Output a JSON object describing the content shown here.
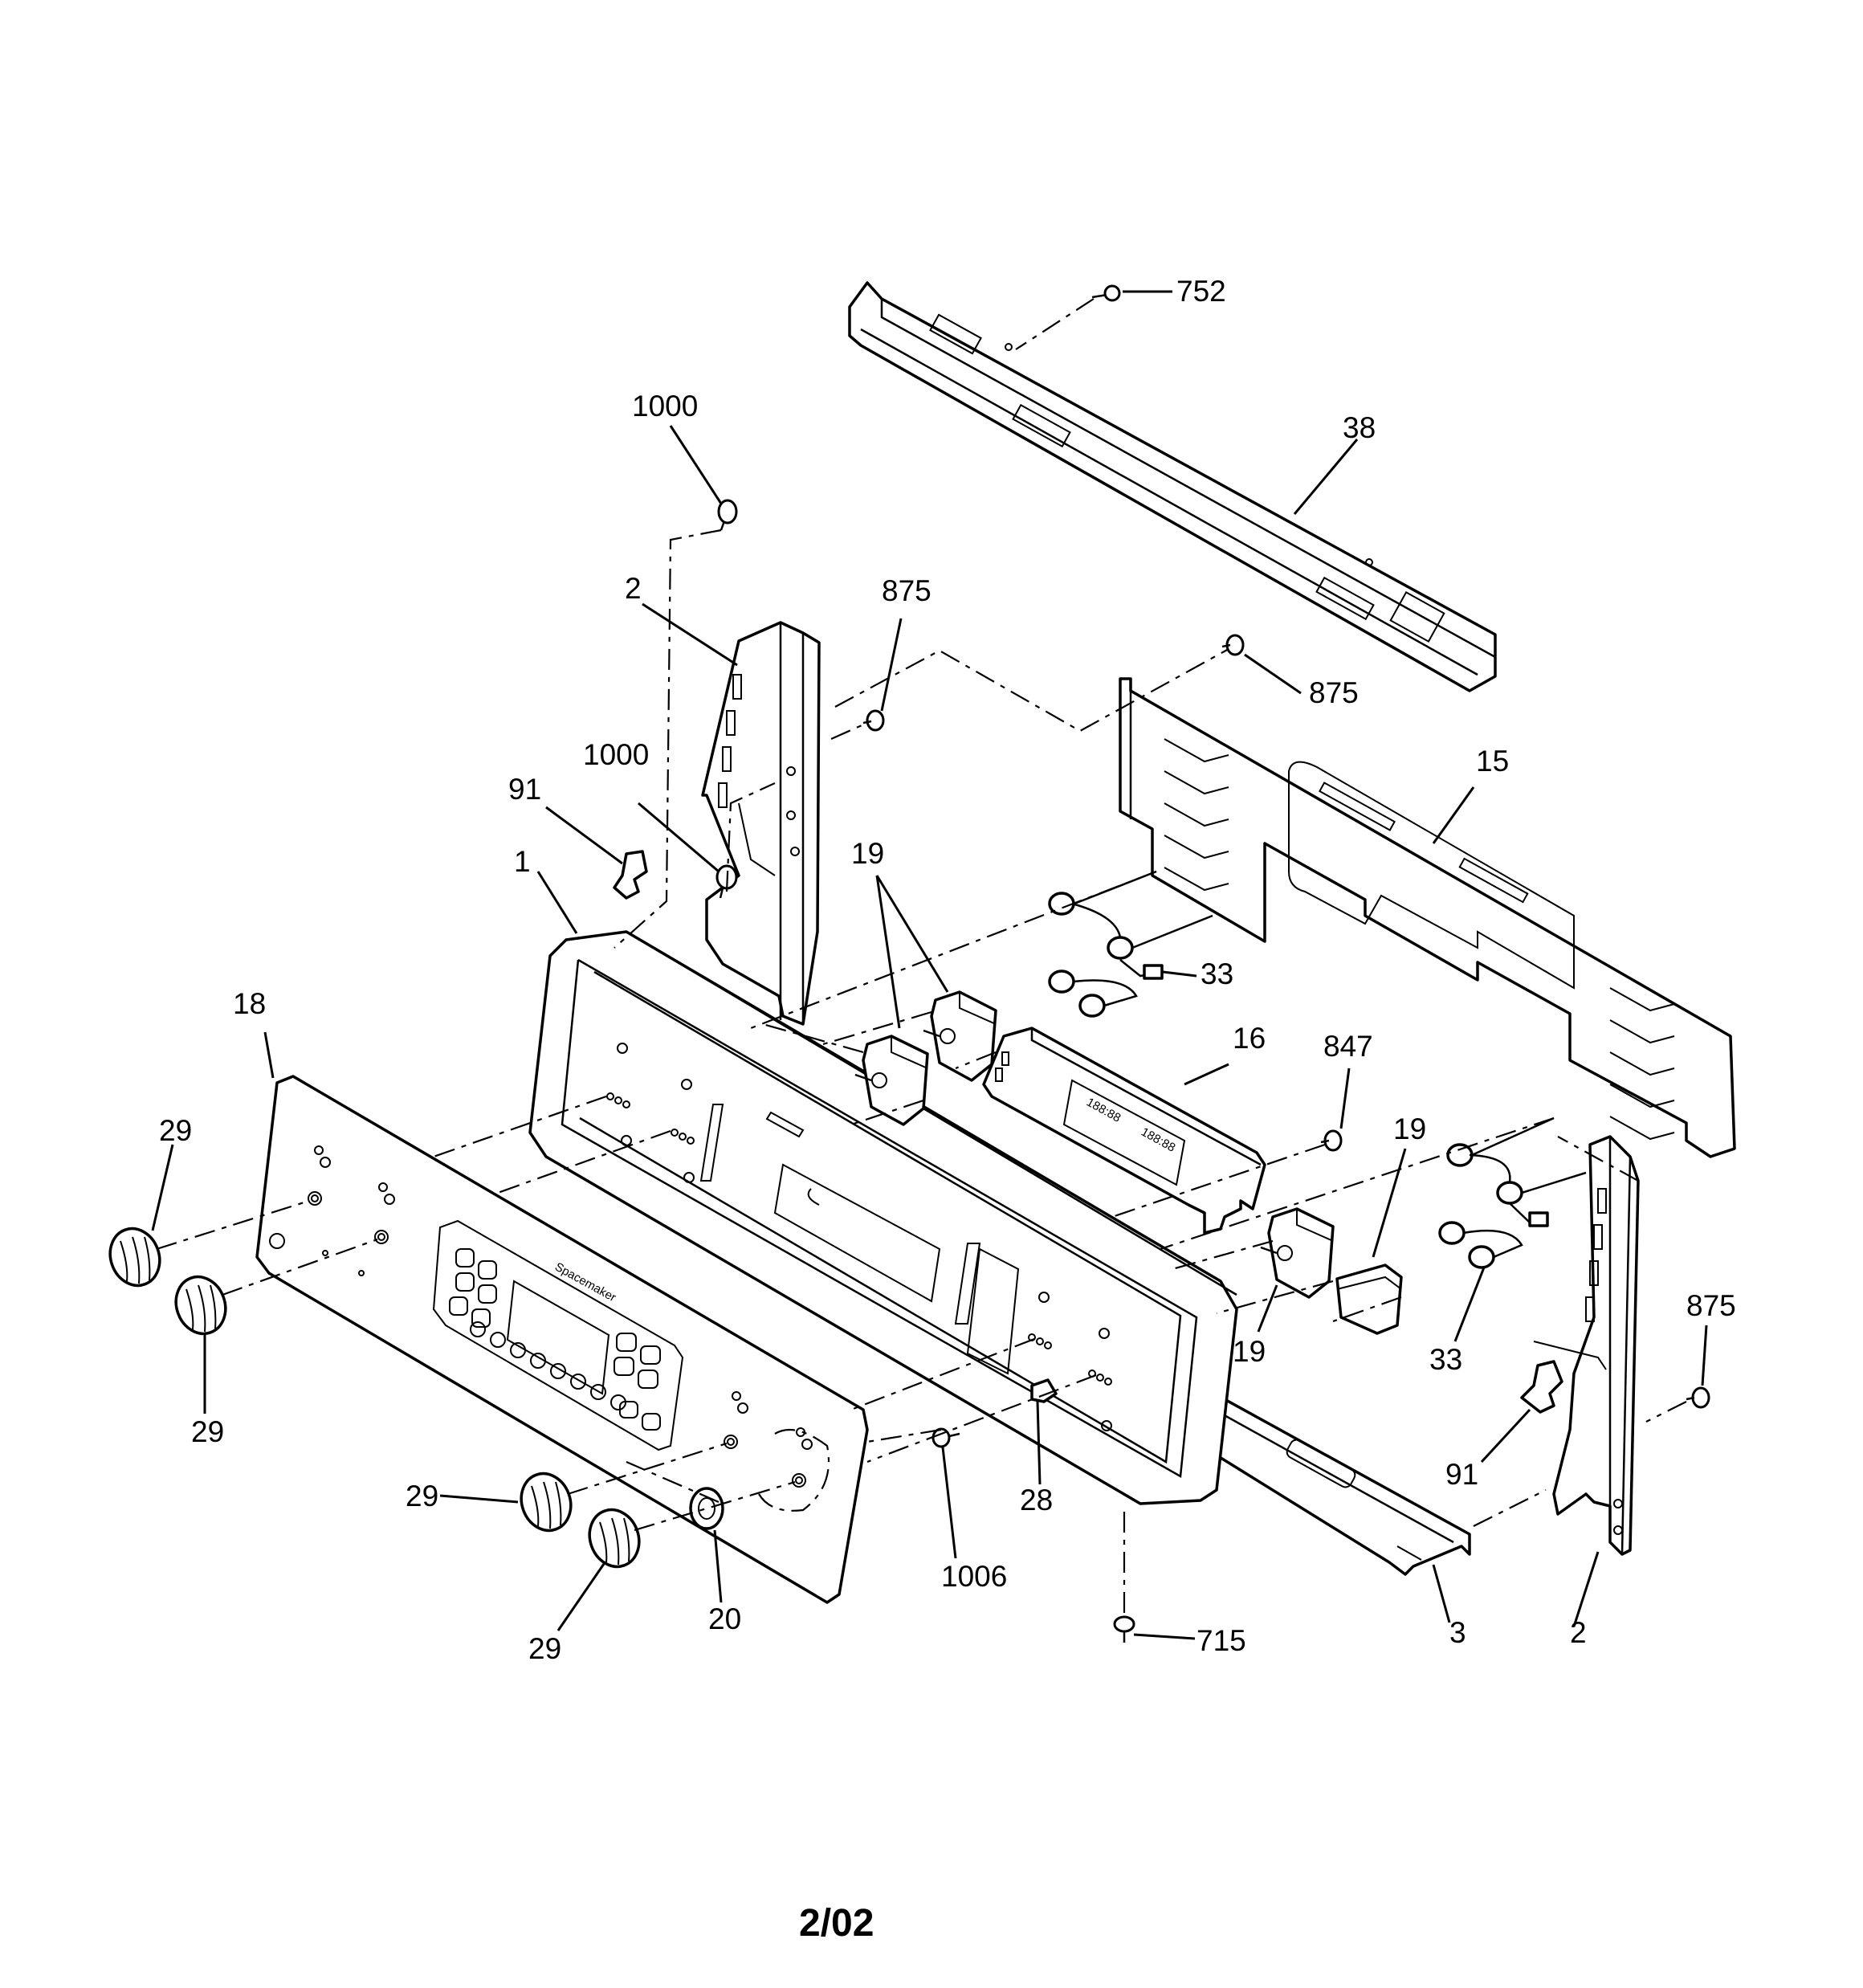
{
  "diagram": {
    "callouts": [
      {
        "id": "752",
        "label": "752"
      },
      {
        "id": "38",
        "label": "38"
      },
      {
        "id": "1000a",
        "label": "1000"
      },
      {
        "id": "2a",
        "label": "2"
      },
      {
        "id": "875a",
        "label": "875"
      },
      {
        "id": "875b",
        "label": "875"
      },
      {
        "id": "15",
        "label": "15"
      },
      {
        "id": "1000b",
        "label": "1000"
      },
      {
        "id": "91a",
        "label": "91"
      },
      {
        "id": "1",
        "label": "1"
      },
      {
        "id": "19a",
        "label": "19"
      },
      {
        "id": "33a",
        "label": "33"
      },
      {
        "id": "18",
        "label": "18"
      },
      {
        "id": "16",
        "label": "16"
      },
      {
        "id": "847",
        "label": "847"
      },
      {
        "id": "19b",
        "label": "19"
      },
      {
        "id": "29a",
        "label": "29"
      },
      {
        "id": "29b",
        "label": "29"
      },
      {
        "id": "19c",
        "label": "19"
      },
      {
        "id": "33b",
        "label": "33"
      },
      {
        "id": "875c",
        "label": "875"
      },
      {
        "id": "91b",
        "label": "91"
      },
      {
        "id": "28",
        "label": "28"
      },
      {
        "id": "29c",
        "label": "29"
      },
      {
        "id": "1006",
        "label": "1006"
      },
      {
        "id": "20",
        "label": "20"
      },
      {
        "id": "29d",
        "label": "29"
      },
      {
        "id": "715",
        "label": "715"
      },
      {
        "id": "3",
        "label": "3"
      },
      {
        "id": "2b",
        "label": "2"
      }
    ],
    "panel_brand": "Spacemaker",
    "display_text": "188:88",
    "footer": "2/02"
  }
}
